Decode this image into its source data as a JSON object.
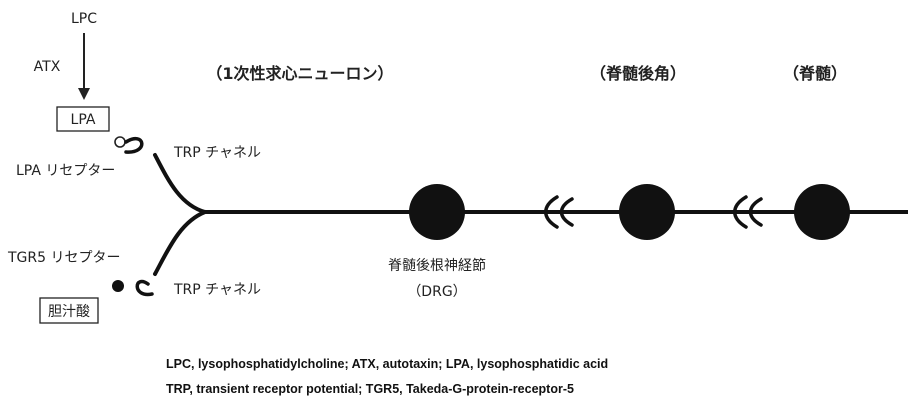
{
  "labels": {
    "lpc": "LPC",
    "atx": "ATX",
    "lpa": "LPA",
    "lpa_receptor": "LPA リセプター",
    "tgr5_receptor": "TGR5 リセプター",
    "bile_acid": "胆汁酸",
    "trp_channel_top": "TRP チャネル",
    "trp_channel_bottom": "TRP チャネル",
    "dorsal_root_ganglion": "脊髄後根神経節",
    "drg": "（DRG）"
  },
  "headers": {
    "primary_afferent_neuron": "（1次性求心ニューロン）",
    "dorsal_horn": "（脊髄後角）",
    "spinal_cord": "（脊髄）"
  },
  "legend": {
    "line1": "LPC, lysophosphatidylcholine; ATX, autotaxin; LPA, lysophosphatidic acid",
    "line2": "TRP, transient receptor potential; TGR5, Takeda-G-protein-receptor-5"
  }
}
